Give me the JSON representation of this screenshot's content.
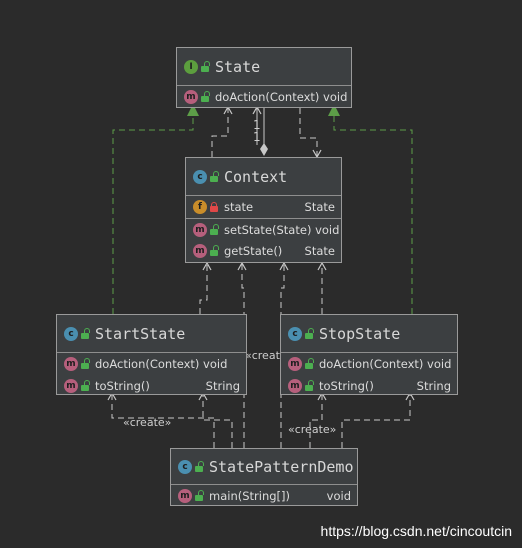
{
  "colors": {
    "background": "#2b2b2b",
    "box": "#3c3f41",
    "border": "#9a9a9a",
    "line": "#c8c8c8",
    "dashed_green": "#5d9e48"
  },
  "badges": {
    "class": "c",
    "interface": "I",
    "method": "m",
    "field": "f"
  },
  "state": {
    "title": "State",
    "methods": [
      {
        "label": "doAction(Context) void",
        "type": ""
      }
    ]
  },
  "context": {
    "title": "Context",
    "fields": [
      {
        "label": "state",
        "type": "State"
      }
    ],
    "methods": [
      {
        "label": "setState(State) void",
        "type": ""
      },
      {
        "label": "getState()",
        "type": "State"
      }
    ]
  },
  "start_state": {
    "title": "StartState",
    "methods": [
      {
        "label": "doAction(Context) void",
        "type": ""
      },
      {
        "label": "toString()",
        "type": "String"
      }
    ]
  },
  "stop_state": {
    "title": "StopState",
    "methods": [
      {
        "label": "doAction(Context) void",
        "type": ""
      },
      {
        "label": "toString()",
        "type": "String"
      }
    ]
  },
  "demo": {
    "title": "StatePatternDemo",
    "methods": [
      {
        "label": "main(String[])",
        "type": "void"
      }
    ]
  },
  "relations": {
    "create_label": "«create»",
    "multiplicity_top": "1",
    "multiplicity_bottom": "1"
  },
  "watermark": "https://blog.csdn.net/cincoutcin"
}
